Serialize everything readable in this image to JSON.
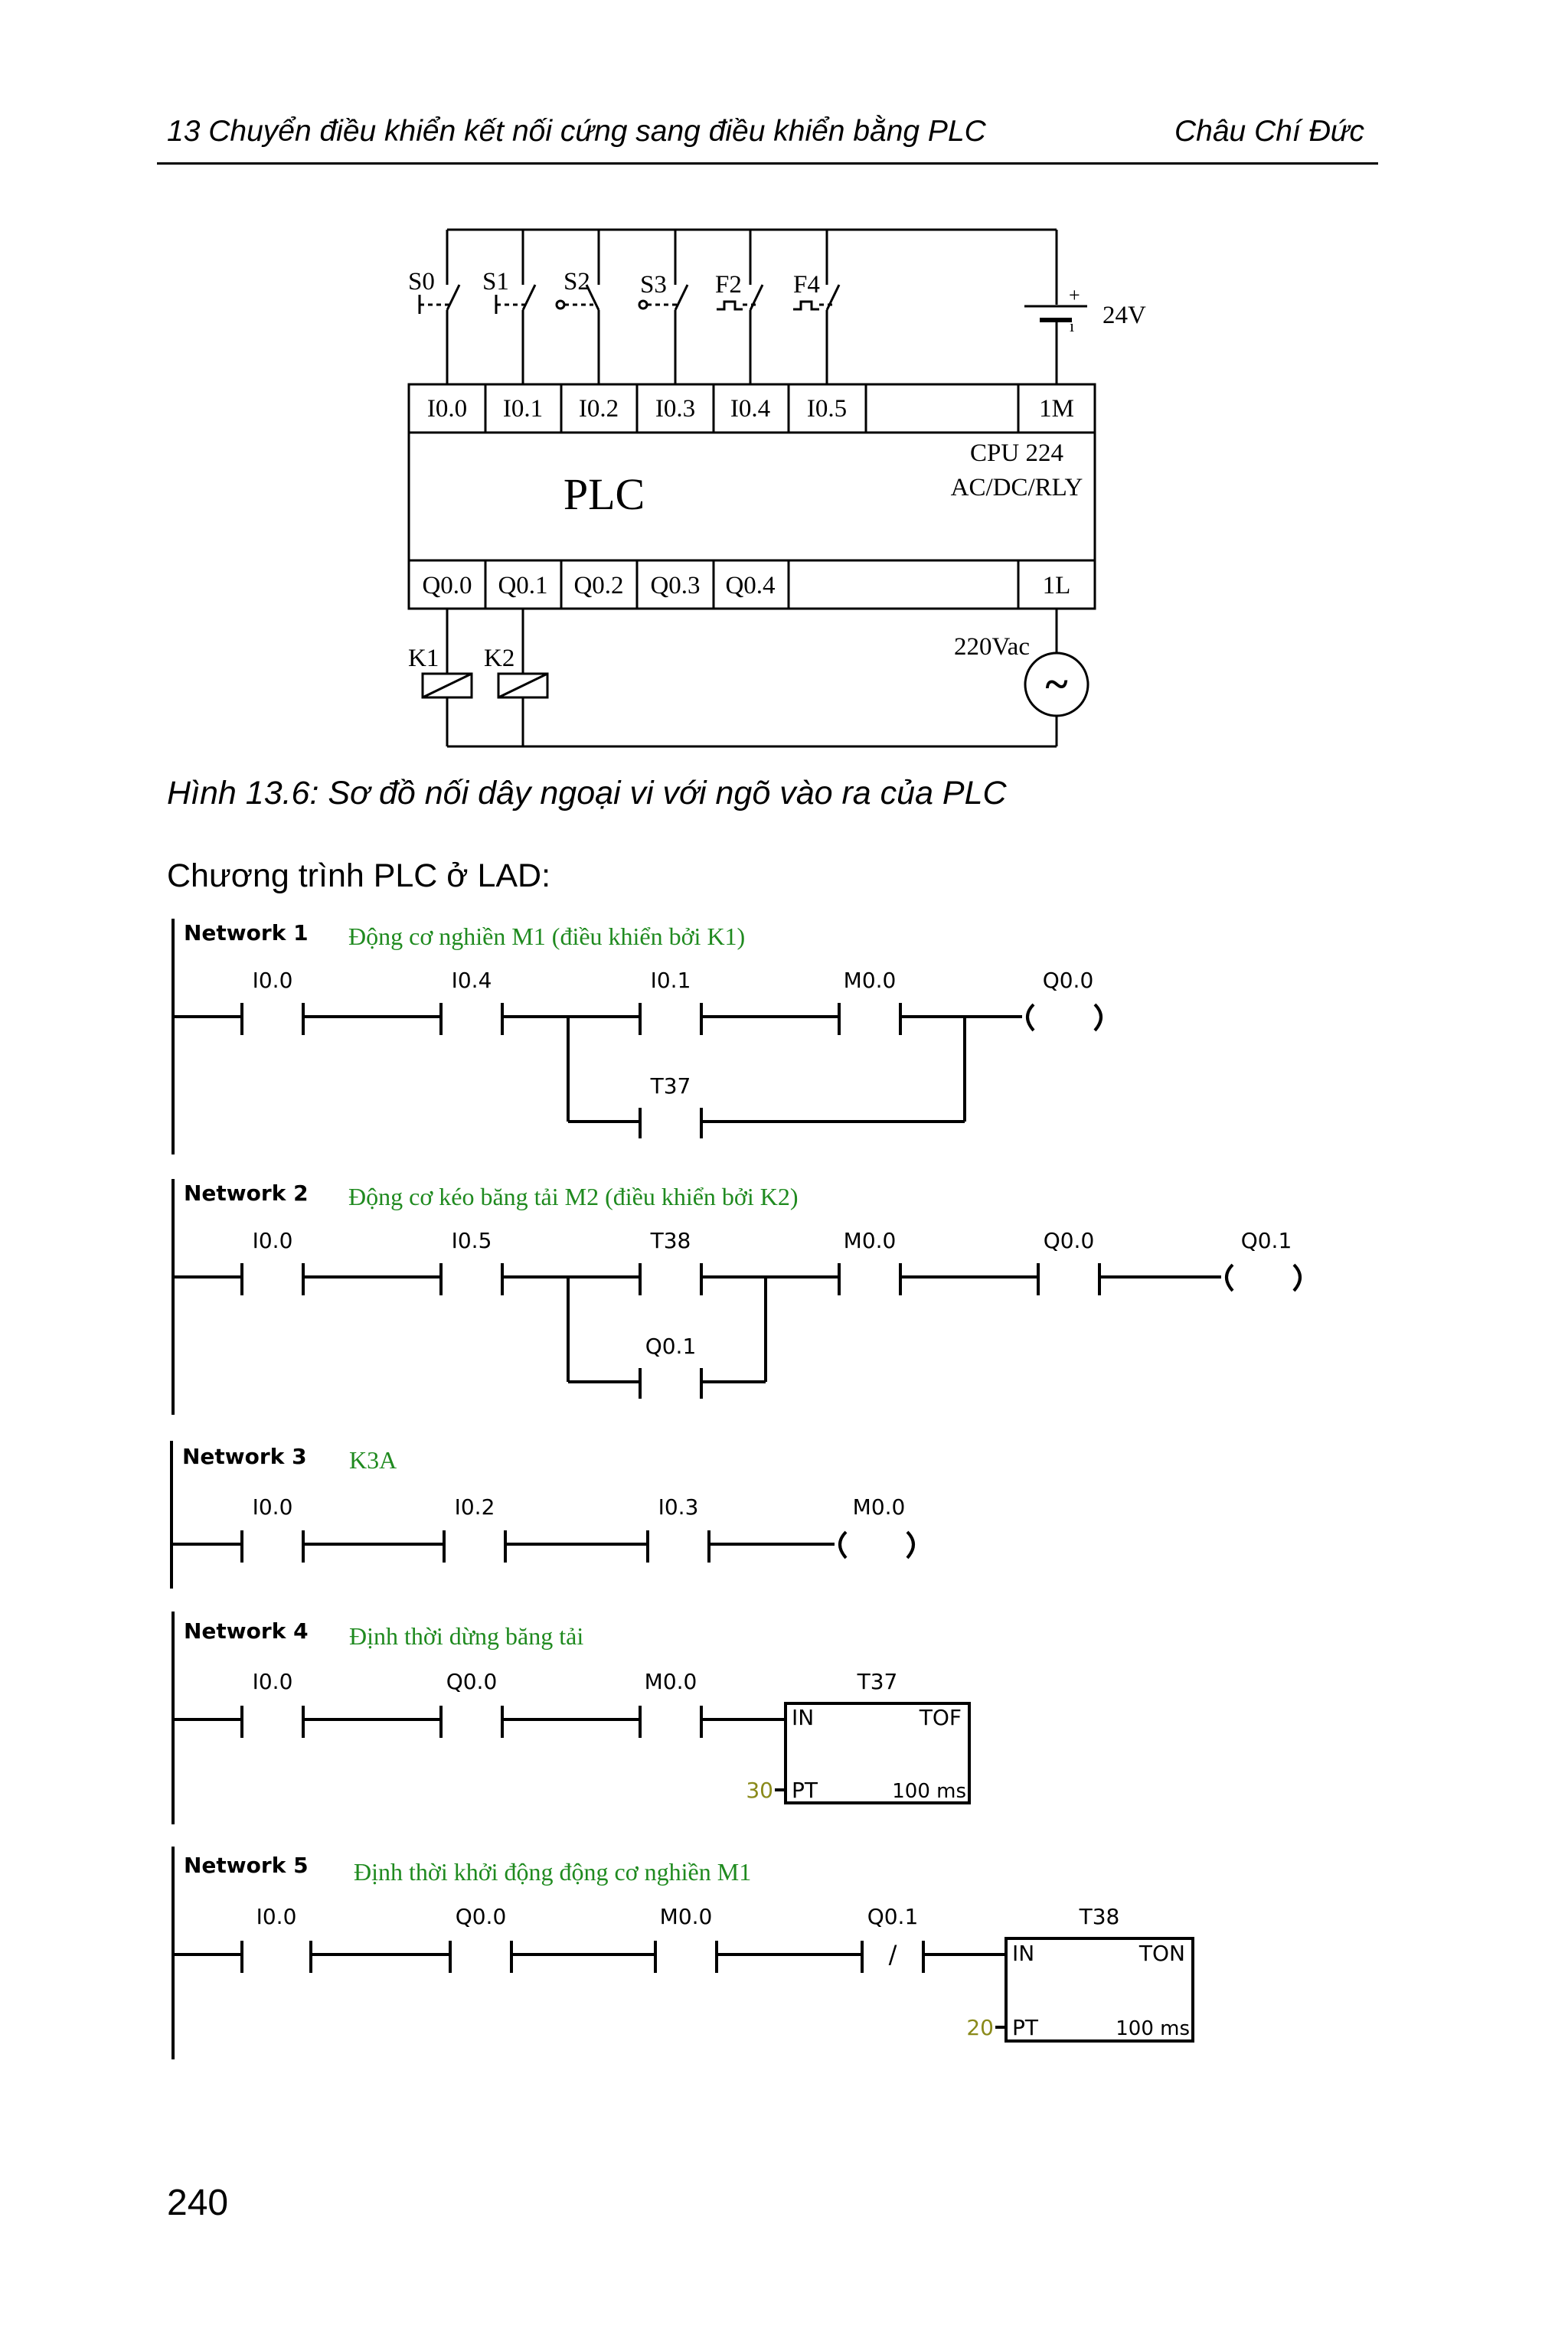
{
  "header": {
    "chapter_title": "13  Chuyển điều khiển kết nối cứng sang điều khiển bằng PLC",
    "author": "Châu Chí Đức"
  },
  "wiring": {
    "switches": [
      "S0",
      "S1",
      "S2",
      "S3",
      "F2",
      "F4"
    ],
    "inputs": [
      "I0.0",
      "I0.1",
      "I0.2",
      "I0.3",
      "I0.4",
      "I0.5"
    ],
    "input_common": "1M",
    "plc_label": "PLC",
    "cpu_model": "CPU 224",
    "cpu_type": "AC/DC/RLY",
    "outputs": [
      "Q0.0",
      "Q0.1",
      "Q0.2",
      "Q0.3",
      "Q0.4"
    ],
    "output_common": "1L",
    "coils": [
      "K1",
      "K2"
    ],
    "dc_supply": "24V",
    "ac_supply": "220Vac",
    "ac_symbol": "~"
  },
  "caption": "Hình 13.6: Sơ đồ nối dây ngoại vi với ngõ vào ra của PLC",
  "subheading": "Chương trình PLC ở LAD:",
  "networks": [
    {
      "title": "Network 1",
      "comment": "Động cơ nghiền M1 (điều khiển bởi K1)",
      "contacts": [
        "I0.0",
        "I0.4",
        "I0.1",
        "M0.0"
      ],
      "branch": "T37",
      "coil": "Q0.0"
    },
    {
      "title": "Network 2",
      "comment": "Động cơ kéo băng tải M2 (điều khiển bởi K2)",
      "contacts": [
        "I0.0",
        "I0.5",
        "T38",
        "M0.0",
        "Q0.0"
      ],
      "branch": "Q0.1",
      "coil": "Q0.1"
    },
    {
      "title": "Network 3",
      "comment": "K3A",
      "contacts": [
        "I0.0",
        "I0.2",
        "I0.3"
      ],
      "coil": "M0.0"
    },
    {
      "title": "Network 4",
      "comment": "Định thời dừng băng tải",
      "contacts": [
        "I0.0",
        "Q0.0",
        "M0.0"
      ],
      "timer": {
        "name": "T37",
        "in": "IN",
        "type": "TOF",
        "pt_label": "PT",
        "pt_value": "30",
        "base": "100 ms"
      }
    },
    {
      "title": "Network 5",
      "comment": "Định thời khởi động động cơ nghiền M1",
      "contacts": [
        "I0.0",
        "Q0.0",
        "M0.0",
        "Q0.1"
      ],
      "negated_symbol": "/",
      "timer": {
        "name": "T38",
        "in": "IN",
        "type": "TON",
        "pt_label": "PT",
        "pt_value": "20",
        "base": "100 ms"
      }
    }
  ],
  "page_number": "240"
}
